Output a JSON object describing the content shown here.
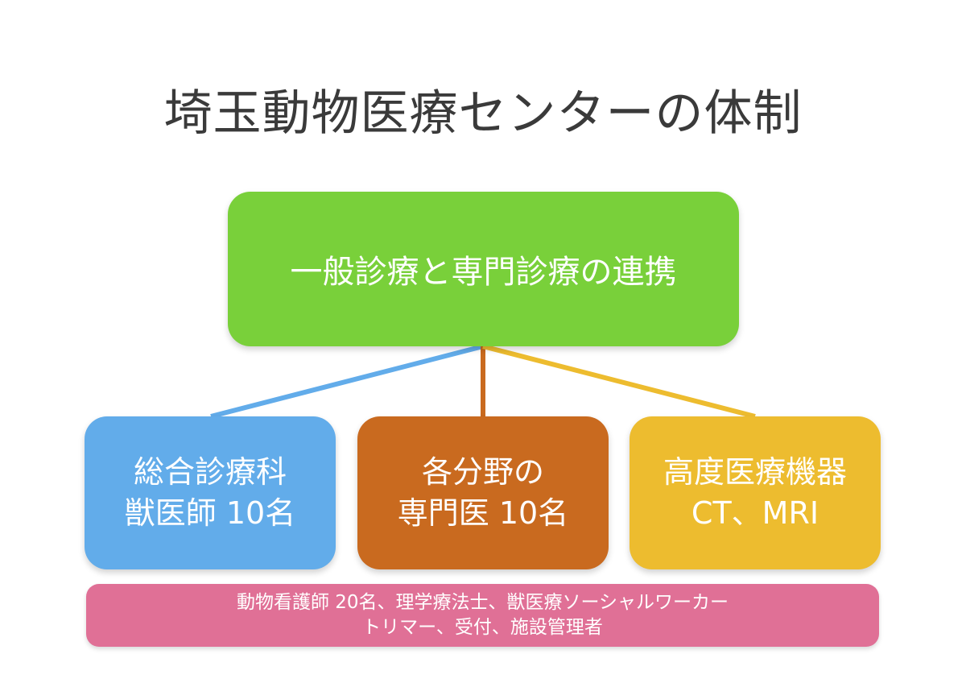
{
  "title": "埼玉動物医療センターの体制",
  "top_box": {
    "label": "一般診療と専門診療の連携"
  },
  "children": [
    {
      "line1": "総合診療科",
      "line2": "獣医師 10名",
      "color": "#62acea"
    },
    {
      "line1": "各分野の",
      "line2": "専門医 10名",
      "color": "#c96a1f"
    },
    {
      "line1": "高度医療機器",
      "line2": "CT、MRI",
      "color": "#edbc2f"
    }
  ],
  "bottom_box": {
    "line1": "動物看護師 20名、理学療法士、獣医療ソーシャルワーカー",
    "line2": "トリマー、受付、施設管理者"
  }
}
